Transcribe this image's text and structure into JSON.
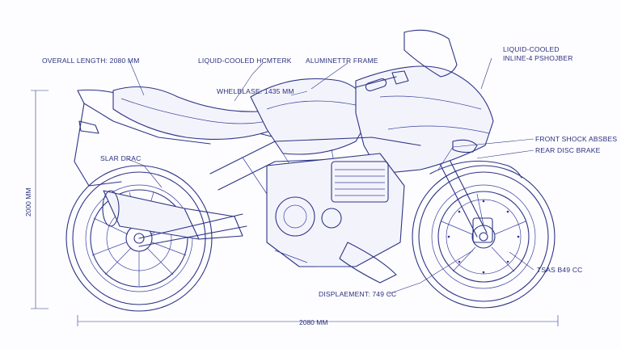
{
  "labels": {
    "overall_length": "OVERALL LENGTH: 2080 MM",
    "engine_top": "LIQUID-COOLED HCMTERK",
    "frame": "ALUMINETTR FRAME",
    "engine_right_line1": "LIQUID-COOLED",
    "engine_right_line2": "INLINE-4 PSHOJBER",
    "wheelbase": "WHELBLASE: 1435 MM",
    "front_shock": "FRONT SHOCK ABSBES",
    "rear_brake": "REAR DISC BRAKE",
    "star_drac": "SLAR DRAC",
    "displacement": "DISPLAEMENT: 749 CC",
    "tsas": "TSAS B49 CC"
  },
  "dimensions": {
    "vertical": "2000 MM",
    "horizontal": "2080 MM"
  },
  "colors": {
    "ink": "#2d3486",
    "paper": "#fdfdff"
  }
}
